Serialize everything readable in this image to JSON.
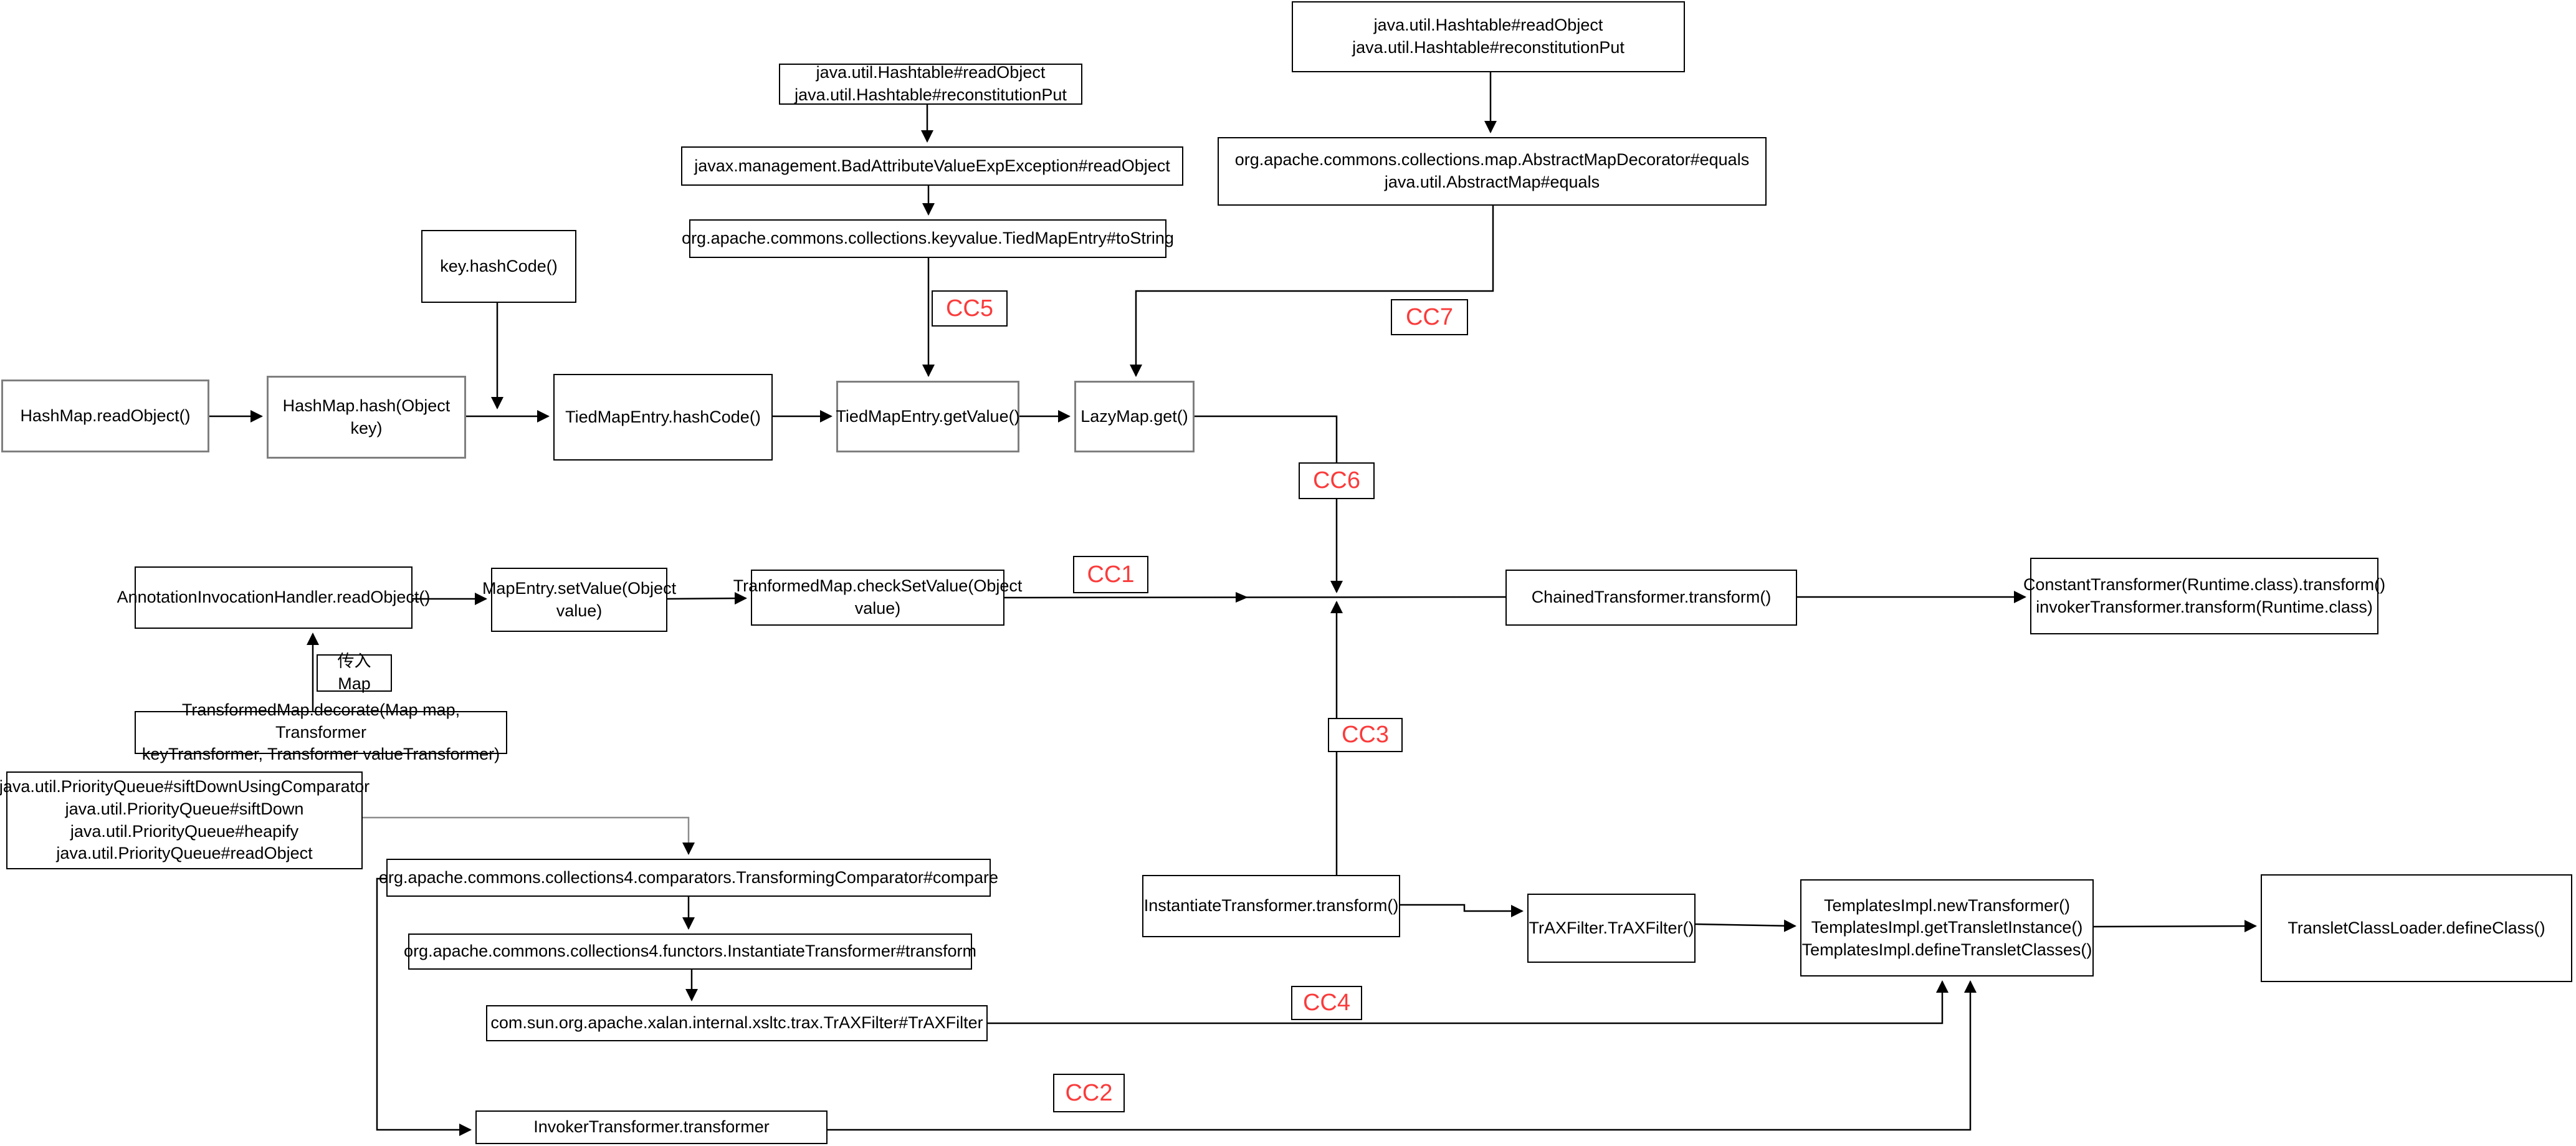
{
  "diagram": {
    "background_color": "#ffffff",
    "node_fill_color": "#ffffff",
    "node_border_color": "#000000",
    "node_border_gray_color": "#7f7f7f",
    "connector_color": "#000000",
    "connector_gray_color": "#8c8c8c",
    "cc_label_color": "#fb3b3b"
  },
  "nodes": [
    {
      "id": "hashtable-readobject-top",
      "label": "java.util.Hashtable#readObject\njava.util.Hashtable#reconstitutionPut"
    },
    {
      "id": "hashtable-readobject-left",
      "label": "java.util.Hashtable#readObject\njava.util.Hashtable#reconstitutionPut"
    },
    {
      "id": "badattributevalueexpexception-readobject",
      "label": "javax.management.BadAttributeValueExpException#readObject"
    },
    {
      "id": "tiedmapentry-tostring",
      "label": "org.apache.commons.collections.keyvalue.TiedMapEntry#toString"
    },
    {
      "id": "abstractmapdecorator-equals",
      "label": "org.apache.commons.collections.map.AbstractMapDecorator#equals\njava.util.AbstractMap#equals"
    },
    {
      "id": "key-hashcode",
      "label": "key.hashCode()"
    },
    {
      "id": "hashmap-readobject",
      "label": "HashMap.readObject()"
    },
    {
      "id": "hashmap-hash",
      "label": "HashMap.hash(Object key)"
    },
    {
      "id": "tiedmapentry-hashcode",
      "label": "TiedMapEntry.hashCode()"
    },
    {
      "id": "tiedmapentry-getvalue",
      "label": "TiedMapEntry.getValue()"
    },
    {
      "id": "lazymap-get",
      "label": "LazyMap.get()"
    },
    {
      "id": "annotationinvocationhandler-readobject",
      "label": "AnnotationInvocationHandler.readObject()"
    },
    {
      "id": "mapentry-setvalue",
      "label": "MapEntry.setValue(Object\nvalue)"
    },
    {
      "id": "tranformedmap-checksetvalue",
      "label": "TranformedMap.checkSetValue(Object\nvalue)"
    },
    {
      "id": "chainedtransformer-transform",
      "label": "ChainedTransformer.transform()"
    },
    {
      "id": "constanttransformer-invokertransformer",
      "label": "ConstantTransformer(Runtime.class).transform()\ninvokerTransformer.transform(Runtime.class)"
    },
    {
      "id": "chuanru-map",
      "label": "传入Map"
    },
    {
      "id": "transformedmap-decorate",
      "label": "TransformedMap.decorate(Map map, Transformer\nkeyTransformer, Transformer valueTransformer)"
    },
    {
      "id": "priorityqueue-readobject",
      "label": "java.util.PriorityQueue#siftDownUsingComparator\njava.util.PriorityQueue#siftDown\njava.util.PriorityQueue#heapify\njava.util.PriorityQueue#readObject"
    },
    {
      "id": "transformingcomparator-compare",
      "label": "org.apache.commons.collections4.comparators.TransformingComparator#compare"
    },
    {
      "id": "instantiatetransformer-transform-fq",
      "label": "org.apache.commons.collections4.functors.InstantiateTransformer#transform"
    },
    {
      "id": "traxfilter-fq",
      "label": "com.sun.org.apache.xalan.internal.xsltc.trax.TrAXFilter#TrAXFilter"
    },
    {
      "id": "instantiatetransformer-transform",
      "label": "InstantiateTransformer.transform()"
    },
    {
      "id": "traxfilter-constructor",
      "label": "TrAXFilter.TrAXFilter()"
    },
    {
      "id": "templatesimpl-methods",
      "label": "TemplatesImpl.newTransformer()\nTemplatesImpl.getTransletInstance()\nTemplatesImpl.defineTransletClasses()"
    },
    {
      "id": "transletclassloader-defineclass",
      "label": "TransletClassLoader.defineClass()"
    },
    {
      "id": "invokertransformer-transformer",
      "label": "InvokerTransformer.transformer"
    }
  ],
  "cc_labels": [
    {
      "id": "cc5",
      "label": "CC5"
    },
    {
      "id": "cc7",
      "label": "CC7"
    },
    {
      "id": "cc6",
      "label": "CC6"
    },
    {
      "id": "cc1",
      "label": "CC1"
    },
    {
      "id": "cc3",
      "label": "CC3"
    },
    {
      "id": "cc4",
      "label": "CC4"
    },
    {
      "id": "cc2",
      "label": "CC2"
    }
  ]
}
